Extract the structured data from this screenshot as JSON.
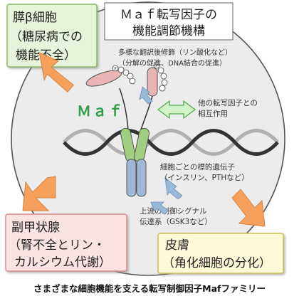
{
  "title_box": {
    "line1": "Ｍａｆ転写因子の",
    "line2": "機能調節機構"
  },
  "pancreas_box": {
    "line1": "膵β細胞",
    "line2": "（糖尿病での",
    "line3": "機能不全）"
  },
  "parathyroid_box": {
    "line1": "副甲状腺",
    "line2": "（腎不全とリン・",
    "line3": "カルシウム代謝）"
  },
  "skin_box": {
    "line1": "皮膚",
    "line2": "（角化細胞の分化）"
  },
  "annotations": {
    "ptm_line1": "多様な翻訳後修飾（リン酸化など）",
    "ptm_line2": "（分解の促進、DNA結合の促進）",
    "interaction_line1": "他の転写因子との",
    "interaction_line2": "相互作用",
    "target_line1": "細胞ごとの標的遺伝子",
    "target_line2": "（インスリン、PTHなど）",
    "signal_line1": "上流の制御シグナル",
    "signal_line2": "伝達系（GSK3など）"
  },
  "maf_label": "Ｍａｆ",
  "phospho_mark": "P",
  "caption": "さまざまな細胞機能を支える転写制御因子Mafファミリー",
  "colors": {
    "pancreas_fill": "#e8f3dc",
    "pancreas_border": "#8cb85f",
    "parathyroid_fill": "#fbe3e3",
    "parathyroid_border": "#d98a8a",
    "skin_fill": "#fdf8d6",
    "skin_border": "#cdbf55",
    "orange_arrow": "#f5a05c",
    "maf_green": "#2f9e47",
    "helix_dark": "#333333",
    "helix_light": "#b0b0b0",
    "pink_domain": "#e8b4b4",
    "green_domain": "#9fcf7f",
    "blue_domain": "#9fb8d8",
    "interaction_arrow_fill": "#d4f2c8",
    "interaction_arrow_stroke": "#4caf50",
    "blue_arrow": "#9ab8d8"
  }
}
